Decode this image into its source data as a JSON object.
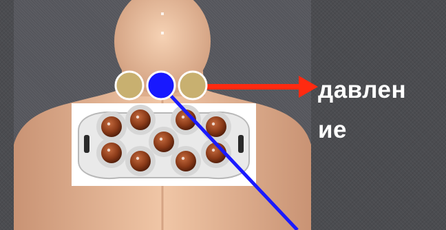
{
  "slide": {
    "pressure_label": "давлен\nие"
  },
  "icons": {
    "figure": "human-upper-body-back-view",
    "device": "roller-massager",
    "arrow": "red-arrow-right",
    "pointer": "blue-pointer-line"
  },
  "colors": {
    "arrow": "#ff2a10",
    "pointer_line": "#1a1aff",
    "point_center": "#1818ff",
    "point_side": "#c8b070",
    "skin": "#e2b28f",
    "massage_ball": "#8a3a18"
  }
}
